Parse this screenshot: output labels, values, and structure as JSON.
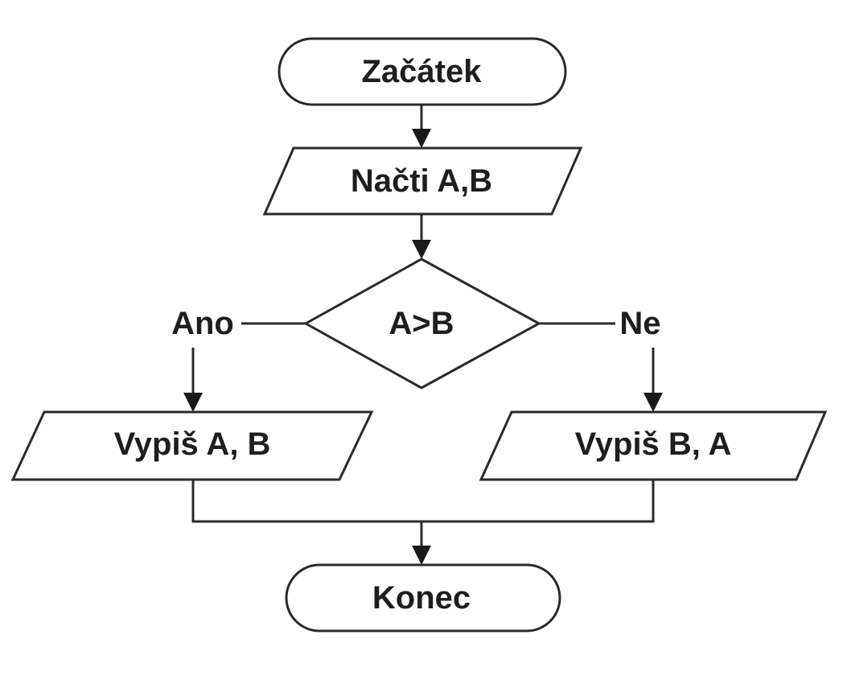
{
  "diagram": {
    "type": "flowchart",
    "nodes": {
      "start": {
        "shape": "terminator",
        "label": "Začátek"
      },
      "input": {
        "shape": "data",
        "label": "Načti A,B"
      },
      "decision": {
        "shape": "decision",
        "label": "A>B"
      },
      "output_yes": {
        "shape": "data",
        "label": "Vypiš A, B"
      },
      "output_no": {
        "shape": "data",
        "label": "Vypiš B, A"
      },
      "end": {
        "shape": "terminator",
        "label": "Konec"
      }
    },
    "branches": {
      "yes": "Ano",
      "no": "Ne"
    },
    "edges": [
      {
        "from": "start",
        "to": "input"
      },
      {
        "from": "input",
        "to": "decision"
      },
      {
        "from": "decision",
        "to": "output_yes",
        "label": "Ano"
      },
      {
        "from": "decision",
        "to": "output_no",
        "label": "Ne"
      },
      {
        "from": "output_yes",
        "to": "end"
      },
      {
        "from": "output_no",
        "to": "end"
      }
    ]
  },
  "colors": {
    "stroke": "#2a2a2a",
    "text": "#1e1e1e",
    "background": "#ffffff"
  }
}
